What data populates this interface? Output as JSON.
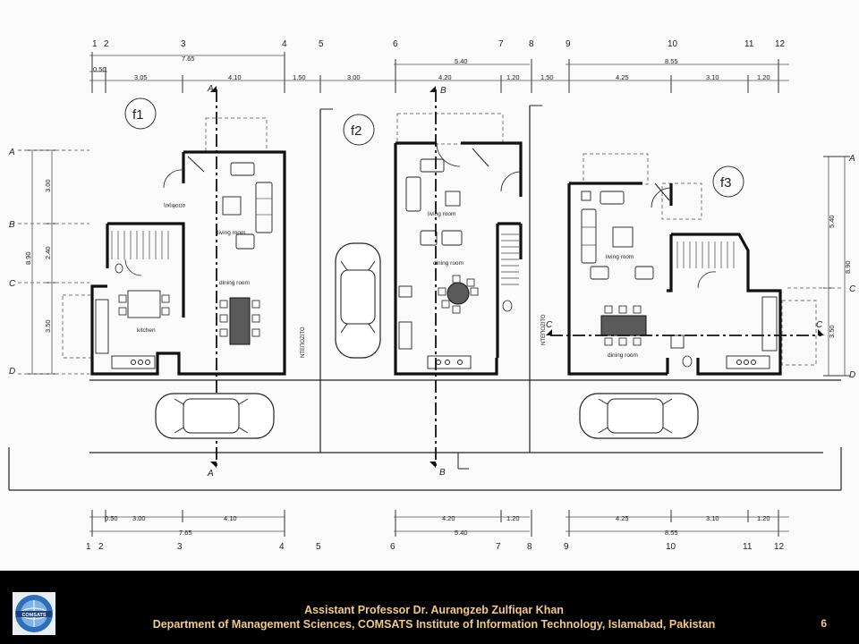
{
  "grid_lines": [
    "1",
    "2",
    "3",
    "4",
    "5",
    "6",
    "7",
    "8",
    "9",
    "10",
    "11",
    "12"
  ],
  "grid_rows": [
    "A",
    "B",
    "C",
    "D"
  ],
  "dimensions": {
    "top_f1_total": "7.65",
    "top_f1_a": "0.50",
    "top_f1_b": "3.05",
    "top_f1_c": "4.10",
    "top_gap_a": "1.50",
    "top_gap_b": "3.00",
    "top_f2_total": "5.40",
    "top_f2_a": "4.20",
    "top_f2_b": "1.20",
    "top_gap_c": "1.50",
    "top_f3_total": "8.55",
    "top_f3_a": "4.25",
    "top_f3_b": "3.10",
    "top_f3_c": "1.20",
    "left_total": "8.90",
    "left_a": "3.00",
    "left_b": "2.40",
    "left_c": "3.50",
    "right_total": "8.90",
    "right_a": "5.40",
    "right_b": "3.50",
    "bot_f1_a": "0.50",
    "bot_f1_b": "3.00",
    "bot_f1_c": "4.10",
    "bot_f1_total": "7.65",
    "bot_f2_a": "4.20",
    "bot_f2_b": "1.20",
    "bot_f2_total": "5.40",
    "bot_f3_a": "4.25",
    "bot_f3_b": "3.10",
    "bot_f3_c": "1.20",
    "bot_f3_total": "8.55"
  },
  "units": {
    "f1": "f1",
    "f2": "f2",
    "f3": "f3"
  },
  "sections": {
    "a": "A",
    "b": "B",
    "c": "C"
  },
  "rooms": {
    "living": "living room",
    "dining": "dining room",
    "kitchen": "kitchen",
    "storage": "αποθηκη",
    "ntepozito": "NTEΠOZITO"
  },
  "footer": {
    "line1": "Assistant Professor Dr. Aurangzeb Zulfiqar Khan",
    "line2": "Department of Management Sciences, COMSATS Institute of Information Technology, Islamabad, Pakistan",
    "slide_number": "6",
    "logo_text": "COMSATS"
  },
  "colors": {
    "footer_bg": "#000000",
    "footer_text": "#f2c98c",
    "logo_ring": "#2e6fb8"
  }
}
